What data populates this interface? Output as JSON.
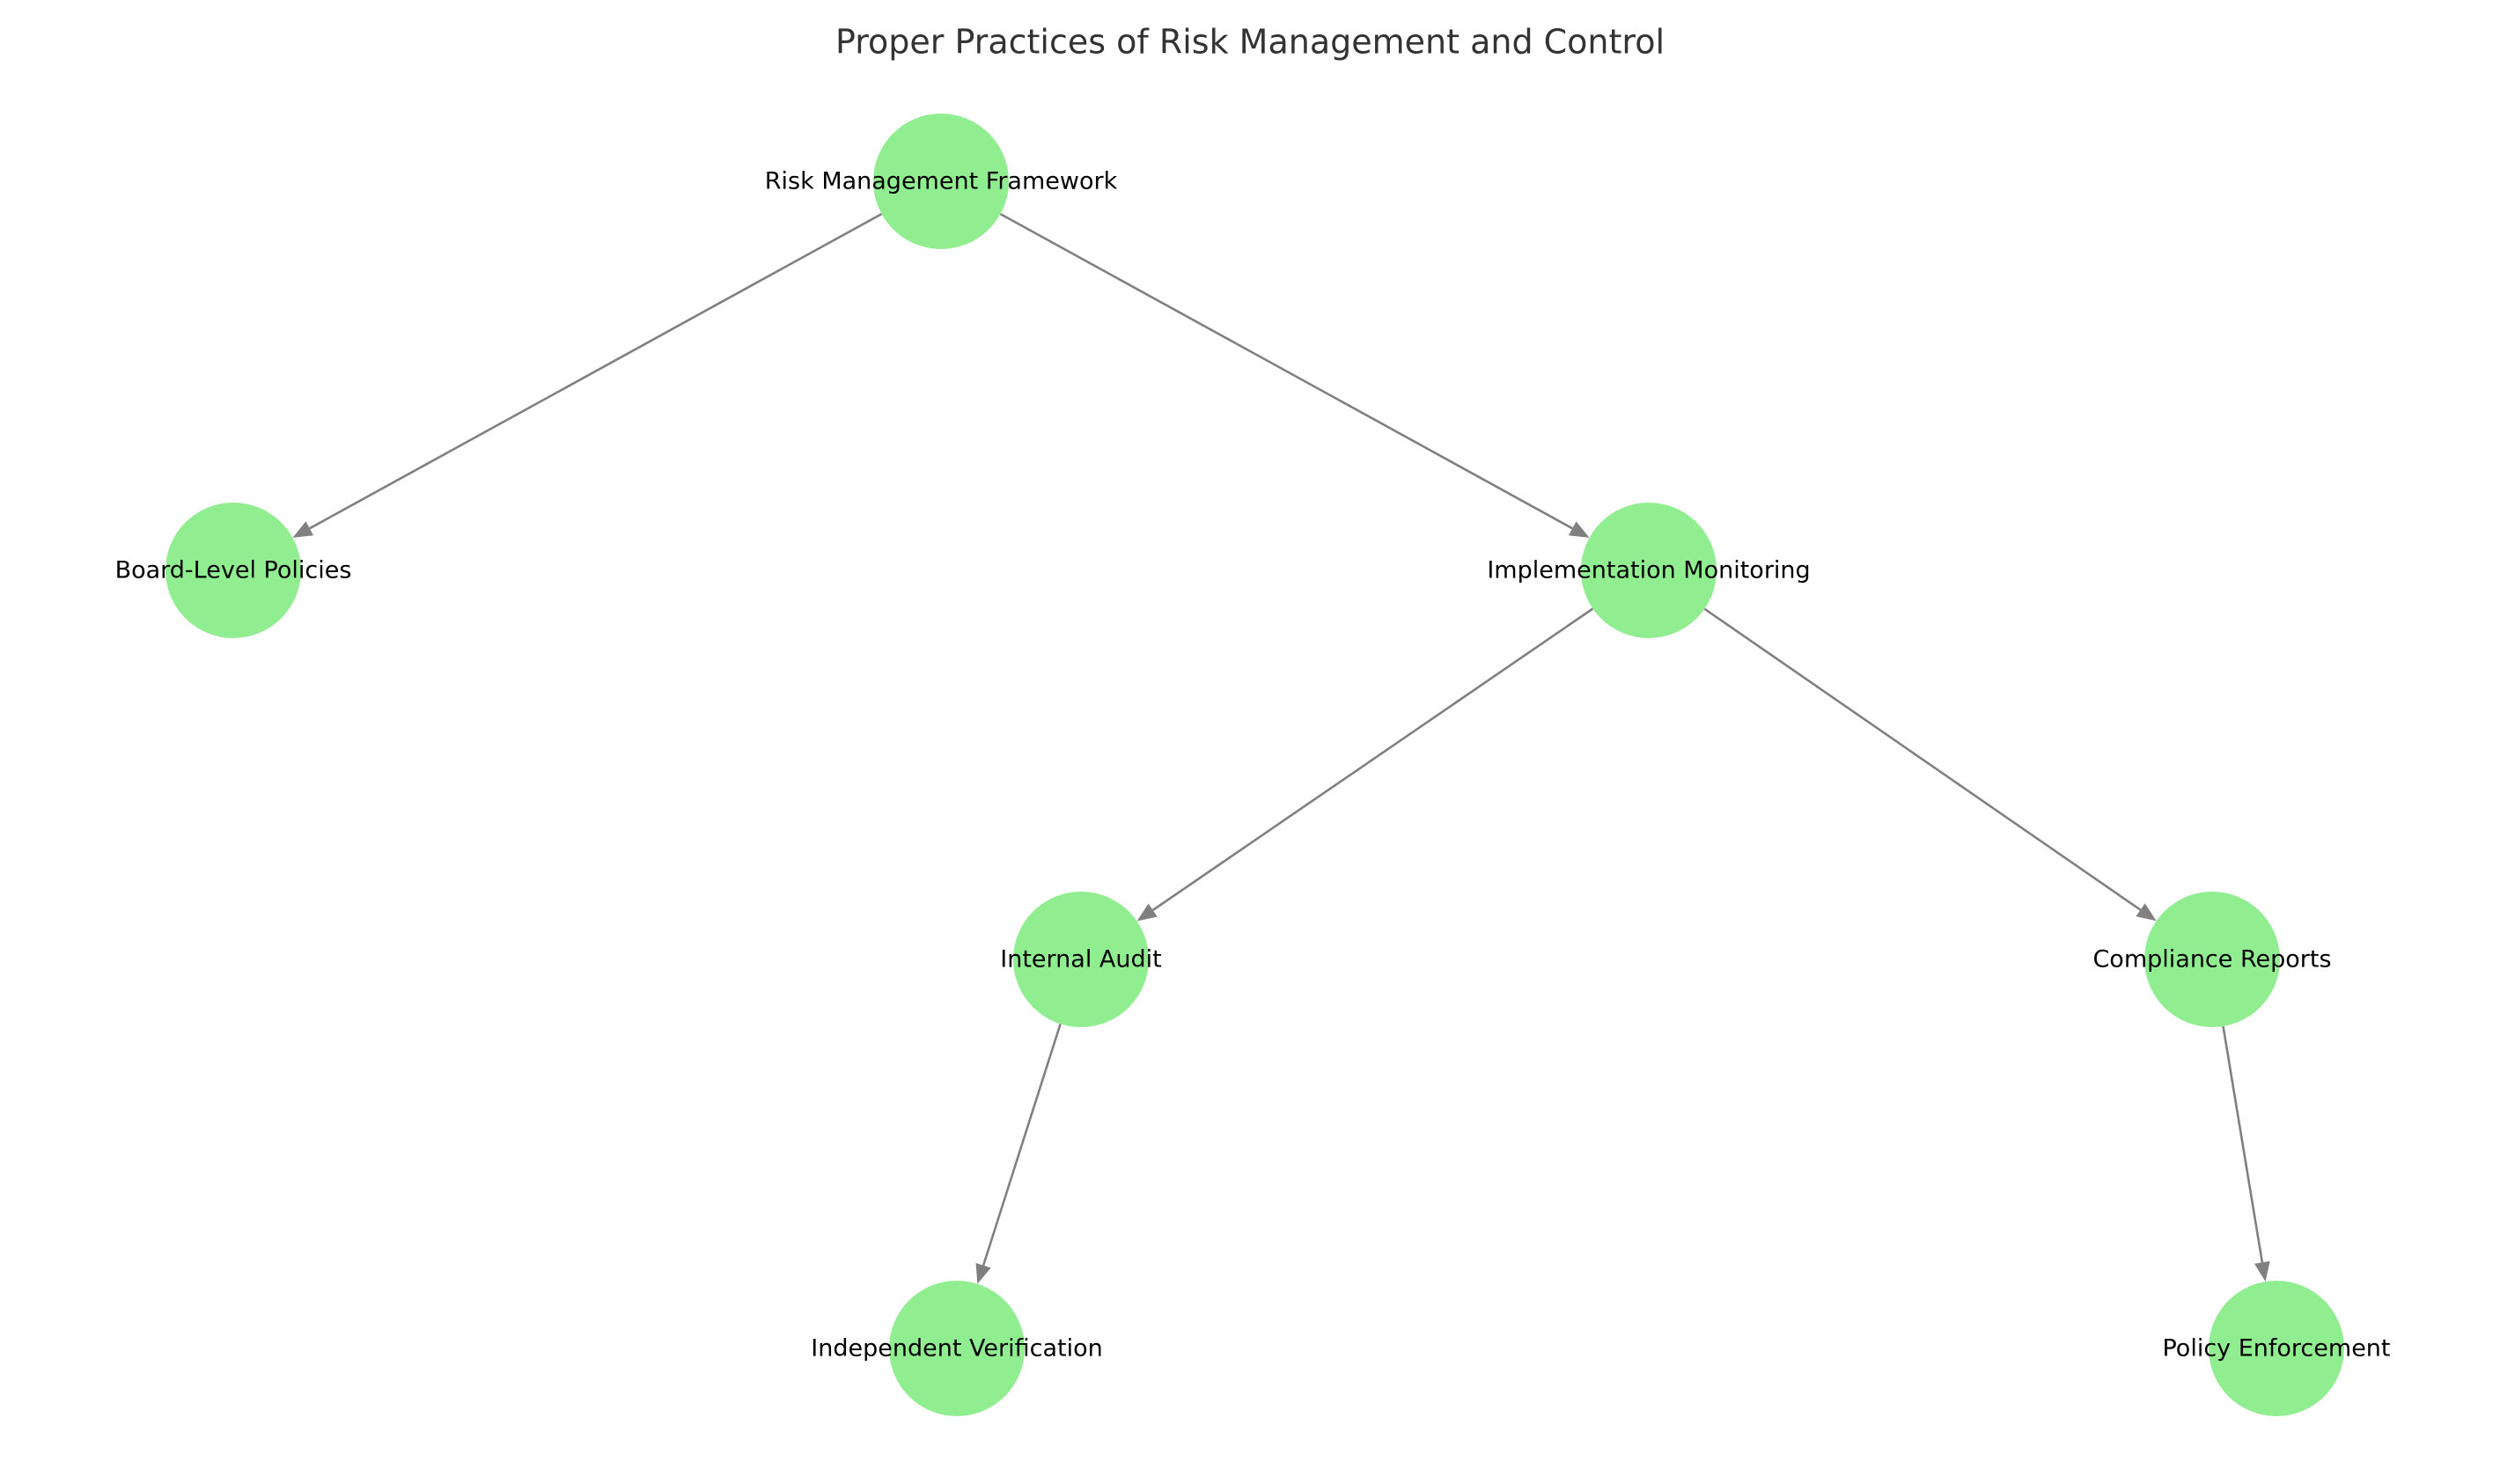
{
  "title": "Proper Practices of Risk Management and Control",
  "colors": {
    "node_fill": "#90ee90",
    "edge": "#808080",
    "title_text": "#333333",
    "label_text": "#000000"
  },
  "nodes": [
    {
      "id": "risk-management-framework",
      "label": "Risk Management Framework"
    },
    {
      "id": "board-level-policies",
      "label": "Board-Level Policies"
    },
    {
      "id": "implementation-monitoring",
      "label": "Implementation Monitoring"
    },
    {
      "id": "internal-audit",
      "label": "Internal Audit"
    },
    {
      "id": "compliance-reports",
      "label": "Compliance Reports"
    },
    {
      "id": "independent-verification",
      "label": "Independent Verification"
    },
    {
      "id": "policy-enforcement",
      "label": "Policy Enforcement"
    }
  ],
  "edges": [
    {
      "from": "risk-management-framework",
      "to": "board-level-policies"
    },
    {
      "from": "risk-management-framework",
      "to": "implementation-monitoring"
    },
    {
      "from": "implementation-monitoring",
      "to": "internal-audit"
    },
    {
      "from": "implementation-monitoring",
      "to": "compliance-reports"
    },
    {
      "from": "internal-audit",
      "to": "independent-verification"
    },
    {
      "from": "compliance-reports",
      "to": "policy-enforcement"
    }
  ]
}
